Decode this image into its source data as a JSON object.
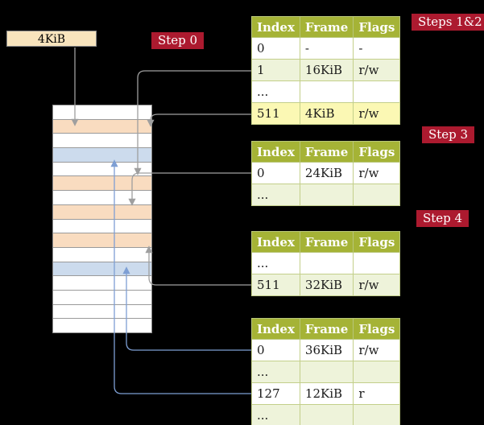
{
  "diagram_title": "page-table-translation-steps",
  "colors": {
    "background": "#000000",
    "step_label_bg": "#ac1a2f",
    "step_label_text": "#ffffff",
    "table_header_bg": "#a5b336",
    "table_header_text": "#ffffff",
    "table_border": "#b8c67a",
    "table_row_alt_bg": "#eef3da",
    "table_row_highlight_bg": "#fbf8b4",
    "memory_frame_bg": "#f9dcc0",
    "memory_mapped_bg": "#ccdbed",
    "pointer_box_bg": "#f8e4bd",
    "arrow_gray": "#9f9f9f",
    "arrow_blue": "#7e9fd4"
  },
  "pointer_box": {
    "label": "4KiB"
  },
  "step_labels": {
    "step0": "Step 0",
    "steps_1_2": "Steps 1&2",
    "step3": "Step 3",
    "step4": "Step 4"
  },
  "tables": [
    {
      "name": "table-steps-1-2",
      "headers": [
        "Index",
        "Frame",
        "Flags"
      ],
      "rows": [
        {
          "index": "0",
          "frame": "-",
          "flags": "-"
        },
        {
          "index": "1",
          "frame": "16KiB",
          "flags": "r/w"
        },
        {
          "index": "...",
          "frame": "",
          "flags": ""
        },
        {
          "index": "511",
          "frame": "4KiB",
          "flags": "r/w"
        }
      ]
    },
    {
      "name": "table-step-3",
      "headers": [
        "Index",
        "Frame",
        "Flags"
      ],
      "rows": [
        {
          "index": "0",
          "frame": "24KiB",
          "flags": "r/w"
        },
        {
          "index": "...",
          "frame": "",
          "flags": ""
        }
      ]
    },
    {
      "name": "table-step-4",
      "headers": [
        "Index",
        "Frame",
        "Flags"
      ],
      "rows": [
        {
          "index": "...",
          "frame": "",
          "flags": ""
        },
        {
          "index": "511",
          "frame": "32KiB",
          "flags": "r/w"
        }
      ]
    },
    {
      "name": "table-final",
      "headers": [
        "Index",
        "Frame",
        "Flags"
      ],
      "rows": [
        {
          "index": "0",
          "frame": "36KiB",
          "flags": "r/w"
        },
        {
          "index": "...",
          "frame": "",
          "flags": ""
        },
        {
          "index": "127",
          "frame": "12KiB",
          "flags": "r"
        },
        {
          "index": "...",
          "frame": "",
          "flags": ""
        }
      ]
    }
  ],
  "memory": {
    "rows": [
      "plain",
      "frame",
      "plain",
      "mapped",
      "plain",
      "frame",
      "plain",
      "frame",
      "plain",
      "frame",
      "plain",
      "mapped",
      "plain",
      "plain",
      "plain",
      "plain"
    ]
  }
}
